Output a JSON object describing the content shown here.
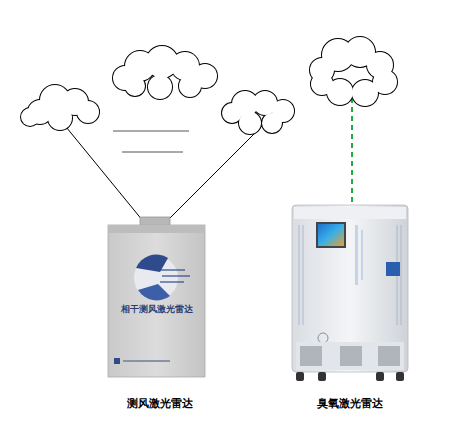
{
  "diagram": {
    "labels": [
      "相干测风激光雷达",
      "测风激光雷达",
      "臭氧激光雷达"
    ]
  }
}
